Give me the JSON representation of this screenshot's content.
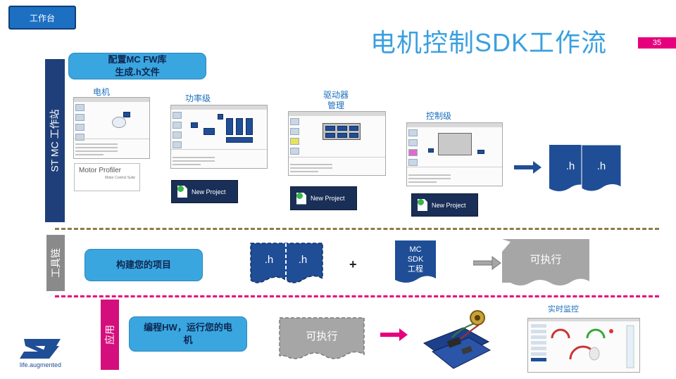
{
  "header": {
    "tab_label": "工作台",
    "title": "电机控制SDK工作流",
    "page_number": "35"
  },
  "sections": {
    "workbench_label": "ST MC 工作站",
    "toolchain_label": "工具链",
    "application_label": "应用"
  },
  "steps": {
    "configure_line1": "配置MC FW库",
    "configure_line2": "生成.h文件",
    "build_project": "构建您的项目",
    "program_line1": "编程HW，运行您的电",
    "program_line2": "机"
  },
  "workbench": {
    "motor_caption": "电机",
    "power_caption": "功率级",
    "driver_caption_line1": "驱动器",
    "driver_caption_line2": "管理",
    "control_caption": "控制级",
    "new_project_label": "New Project",
    "motor_profiler_title": "Motor Profiler",
    "motor_profiler_subtitle": "Motor Control Suite",
    "h_file": ".h"
  },
  "toolchain": {
    "h_file": ".h",
    "plus": "+",
    "sdk_line1": "MC",
    "sdk_line2": "SDK",
    "sdk_line3": "工程",
    "executable": "可执行"
  },
  "application": {
    "executable": "可执行",
    "monitor_caption": "实时监控"
  },
  "footer": {
    "logo_tagline": "life.augmented"
  },
  "colors": {
    "title": "#3aa0df",
    "step_box": "#3aa6e0",
    "dark_blue": "#1f4e96",
    "navy": "#1f3f7a",
    "magenta": "#e6007e",
    "gray": "#8a8a8a",
    "toolchain_divider": "#8c7d4a"
  }
}
